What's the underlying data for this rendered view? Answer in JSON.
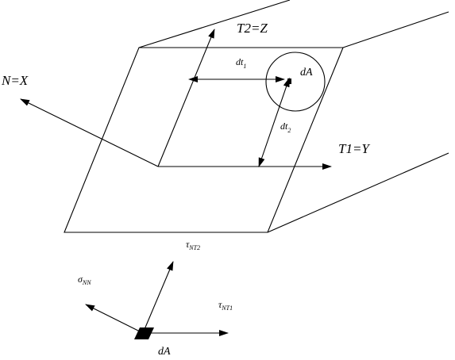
{
  "diagram": {
    "axes": {
      "normal": "N=X",
      "tangent1": "T1=Y",
      "tangent2": "T2=Z"
    },
    "distances": {
      "dt1": {
        "base": "dt",
        "sub": "1"
      },
      "dt2": {
        "base": "dt",
        "sub": "2"
      }
    },
    "area_label": "dA",
    "stress": {
      "sigma_nn": {
        "base": "σ",
        "sub": "NN"
      },
      "tau_nt1": {
        "base": "τ",
        "sub": "NT1"
      },
      "tau_nt2": {
        "base": "τ",
        "sub": "NT2"
      }
    },
    "element_label": "dA",
    "colors": {
      "stroke": "#000000",
      "fill": "#000000",
      "background": "#ffffff"
    }
  }
}
